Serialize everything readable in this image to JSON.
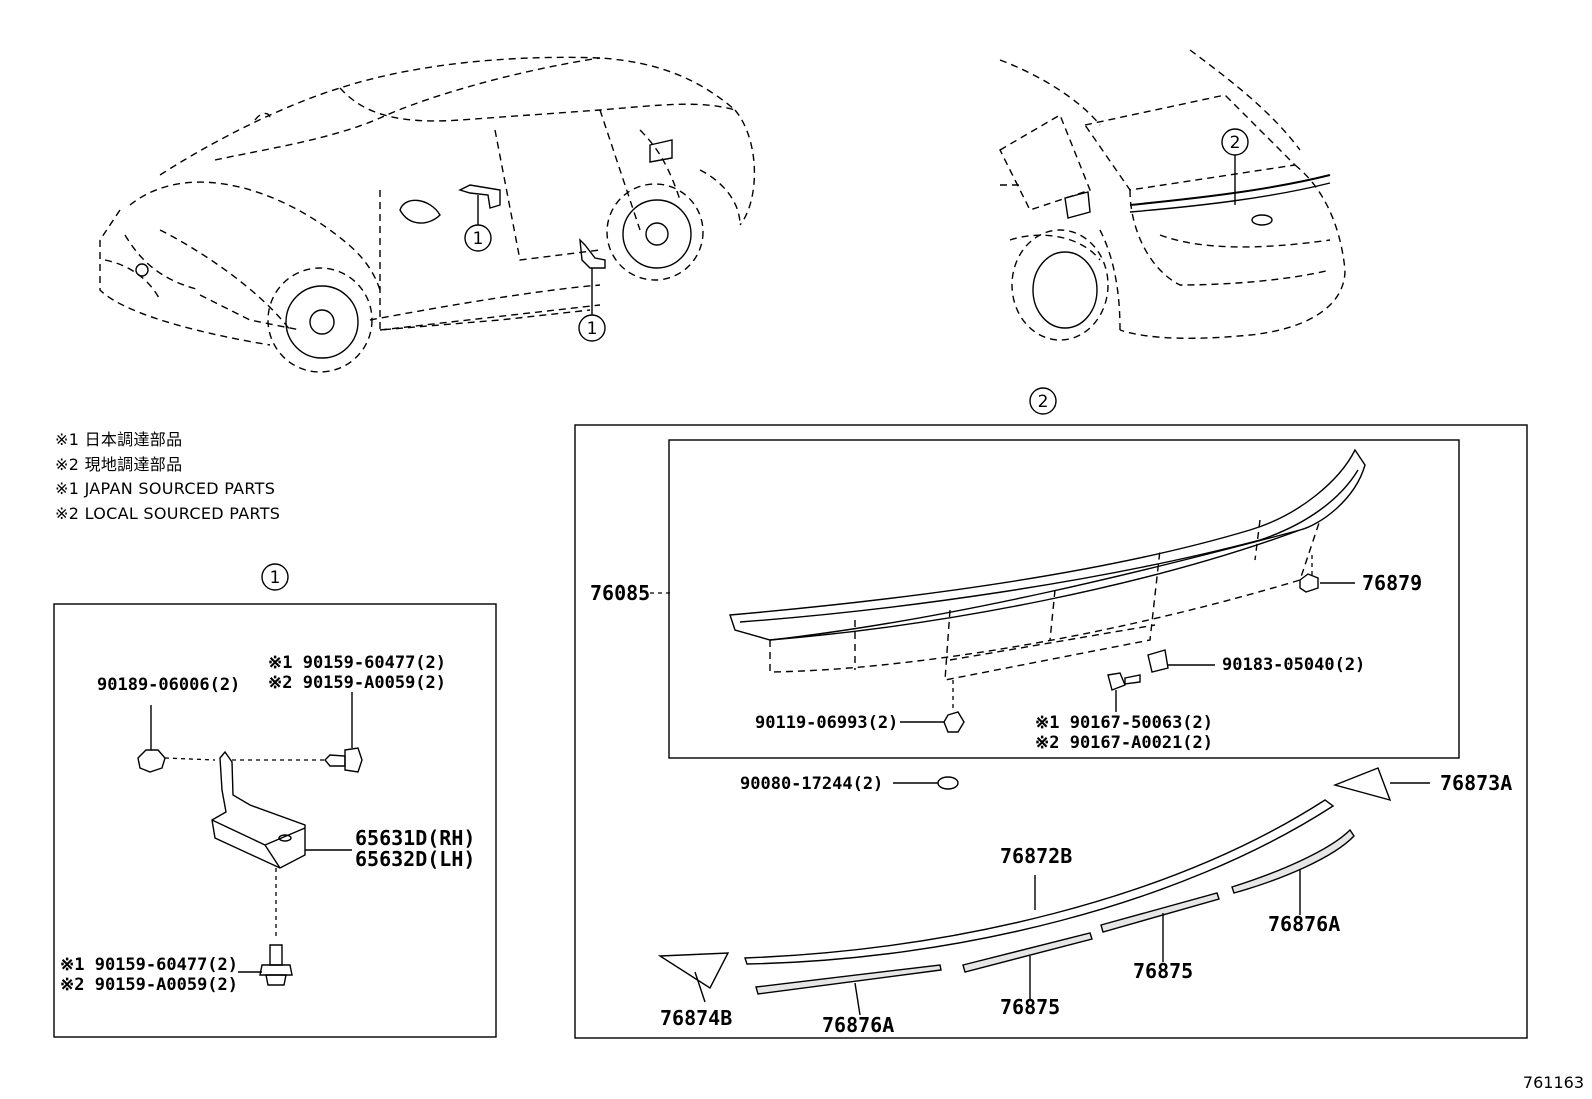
{
  "notes": {
    "jp1": "※1 日本調達部品",
    "jp2": "※2 現地調達部品",
    "en1": "※1 JAPAN SOURCED PARTS",
    "en2": "※2 LOCAL SOURCED PARTS"
  },
  "callouts": {
    "one": "1",
    "two": "2"
  },
  "group1": {
    "part_90189": "90189-06006(2)",
    "part_upper_1": "※1 90159-60477(2)",
    "part_upper_2": "※2 90159-A0059(2)",
    "part_rh": "65631D(RH)",
    "part_lh": "65632D(LH)",
    "part_lower_1": "※1 90159-60477(2)",
    "part_lower_2": "※2 90159-A0059(2)"
  },
  "group2": {
    "part_76085": "76085",
    "part_76879": "76879",
    "part_90183": "90183-05040(2)",
    "part_90119": "90119-06993(2)",
    "part_90167_1": "※1 90167-50063(2)",
    "part_90167_2": "※2 90167-A0021(2)",
    "part_90080": "90080-17244(2)",
    "part_76873A": "76873A",
    "part_76872B": "76872B",
    "part_76876A_r": "76876A",
    "part_76875_r": "76875",
    "part_76875_l": "76875",
    "part_76876A_l": "76876A",
    "part_76874B": "76874B"
  },
  "diagram_id": "761163",
  "icons": {
    "car_front": "sedan-front-view-illustration",
    "car_rear": "sedan-rear-view-illustration"
  }
}
